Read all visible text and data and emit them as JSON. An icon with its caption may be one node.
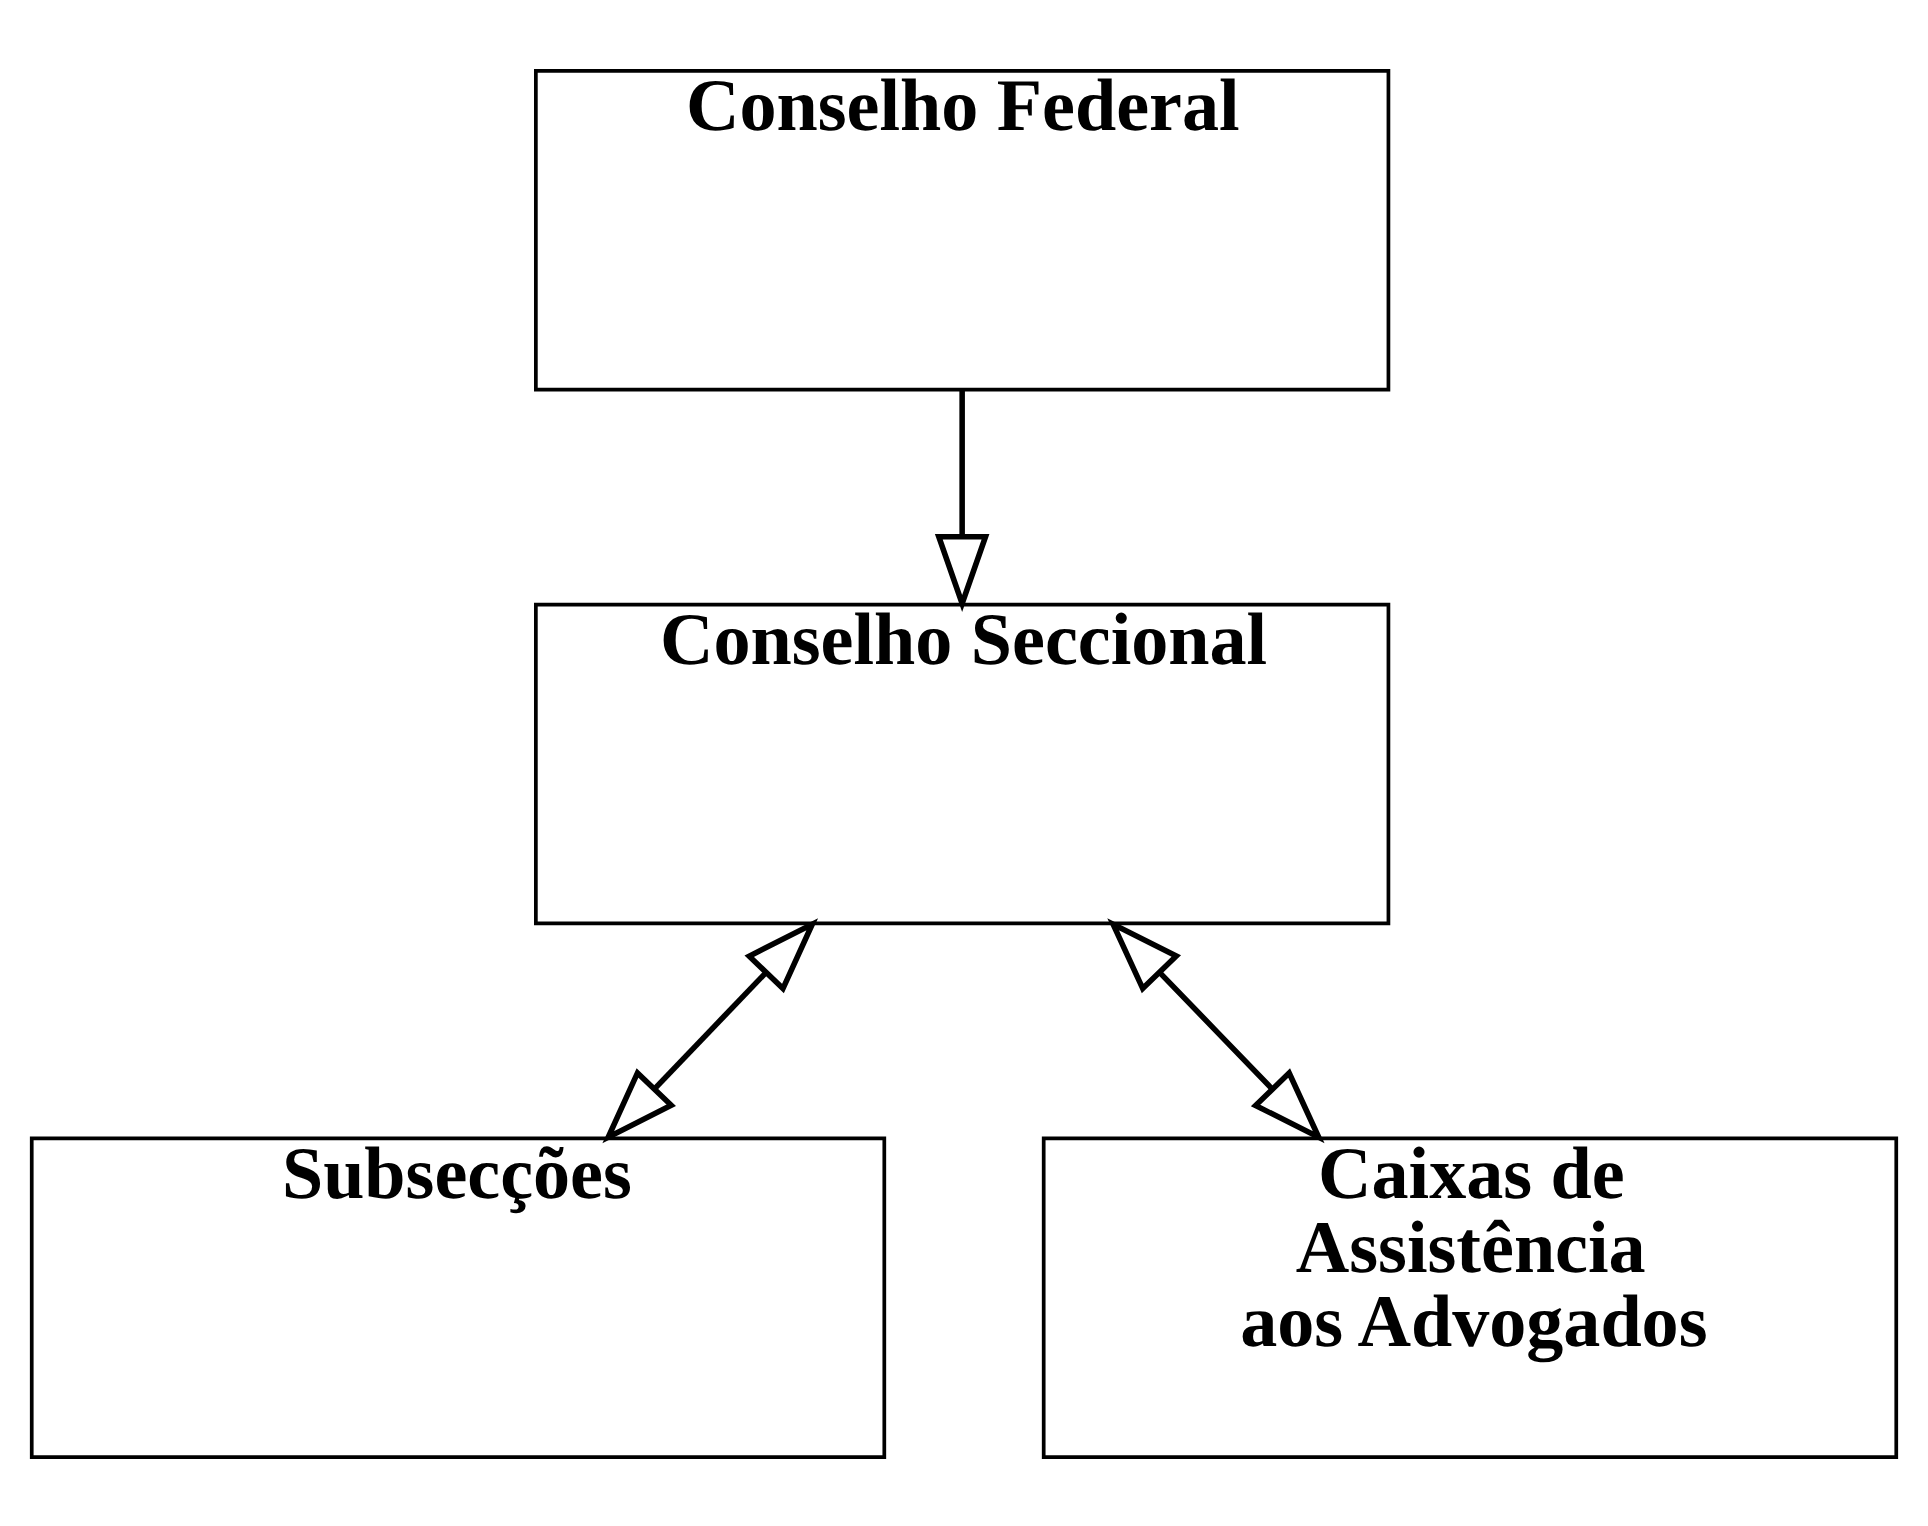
{
  "diagram": {
    "nodes": [
      {
        "text": [
          "Conselho Federal"
        ]
      },
      {
        "text": [
          "Conselho Seccional"
        ]
      },
      {
        "text": [
          "Subsecções"
        ]
      },
      {
        "text": [
          "Caixas de Assistência aos Advogados"
        ]
      }
    ],
    "edges": [
      {
        "from": 0,
        "to": 1,
        "arrow": "to"
      },
      {
        "from": 1,
        "to": 2,
        "arrow": "both"
      },
      {
        "from": 1,
        "to": 3,
        "arrow": "both"
      }
    ]
  }
}
